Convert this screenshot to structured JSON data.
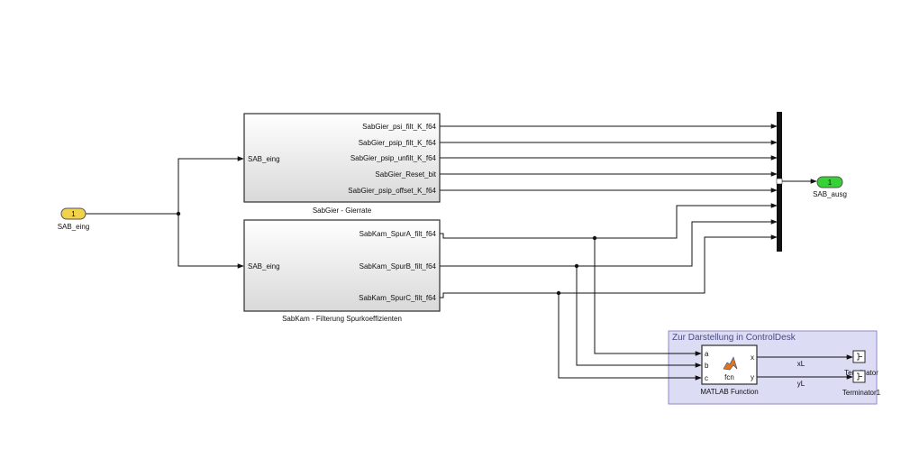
{
  "inport": {
    "number": "1",
    "name": "SAB_eing"
  },
  "outport": {
    "number": "1",
    "name": "SAB_ausg"
  },
  "subsystem_gier": {
    "title": "SabGier - Gierrate",
    "input": "SAB_eing",
    "outputs": [
      "SabGier_psi_filt_K_f64",
      "SabGier_psip_filt_K_f64",
      "SabGier_psip_unfilt_K_f64",
      "SabGier_Reset_bit",
      "SabGier_psip_offset_K_f64"
    ]
  },
  "subsystem_kam": {
    "title": "SabKam - Filterung Spurkoeffizienten",
    "input": "SAB_eing",
    "outputs": [
      "SabKam_SpurA_filt_f64",
      "SabKam_SpurB_filt_f64",
      "SabKam_SpurC_filt_f64"
    ]
  },
  "annotation_area": {
    "title": "Zur Darstellung in ControlDesk"
  },
  "matlab_function": {
    "name": "MATLAB Function",
    "icon_label": "fcn",
    "inputs": [
      "a",
      "b",
      "c"
    ],
    "outputs": [
      "x",
      "y"
    ]
  },
  "signals": {
    "x_out": "xL",
    "y_out": "yL"
  },
  "terminators": [
    "Terminator",
    "Terminator1"
  ],
  "colors": {
    "inport_fill": "#f2d24b",
    "outport_fill": "#35d135",
    "block_border": "#2c2c2c",
    "area_fill": "#dcdcf5",
    "area_border": "#8c8cc8",
    "line": "#111111"
  }
}
